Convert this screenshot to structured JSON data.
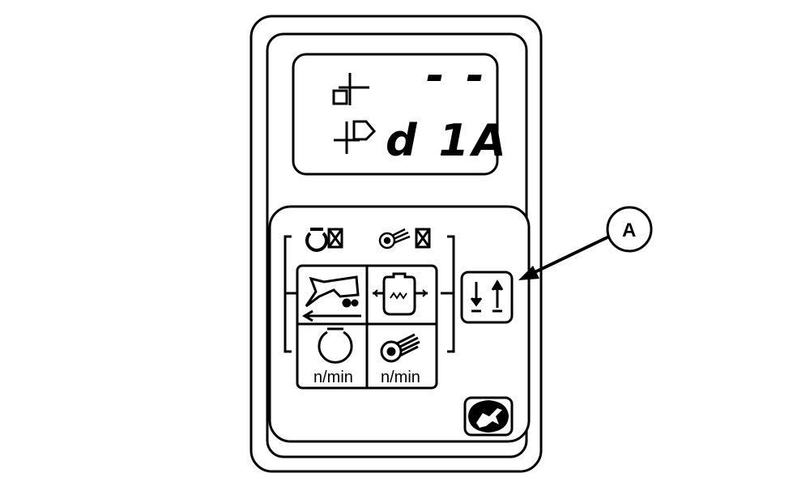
{
  "display": {
    "top_readout": "- -",
    "bottom_readout": "d 1A"
  },
  "buttons": {
    "engine_speed_label": "n/min",
    "drum_speed_label": "n/min"
  },
  "callout": {
    "label": "A"
  },
  "colors": {
    "stroke": "#000000",
    "background": "#ffffff"
  },
  "icons": [
    "crosshair-icon",
    "engine-off-icon",
    "threshing-off-icon",
    "harvester-travel-icon",
    "engine-heat-icon",
    "engine-icon",
    "threshing-drum-icon",
    "up-down-arrow-icon",
    "deer-logo-icon"
  ]
}
